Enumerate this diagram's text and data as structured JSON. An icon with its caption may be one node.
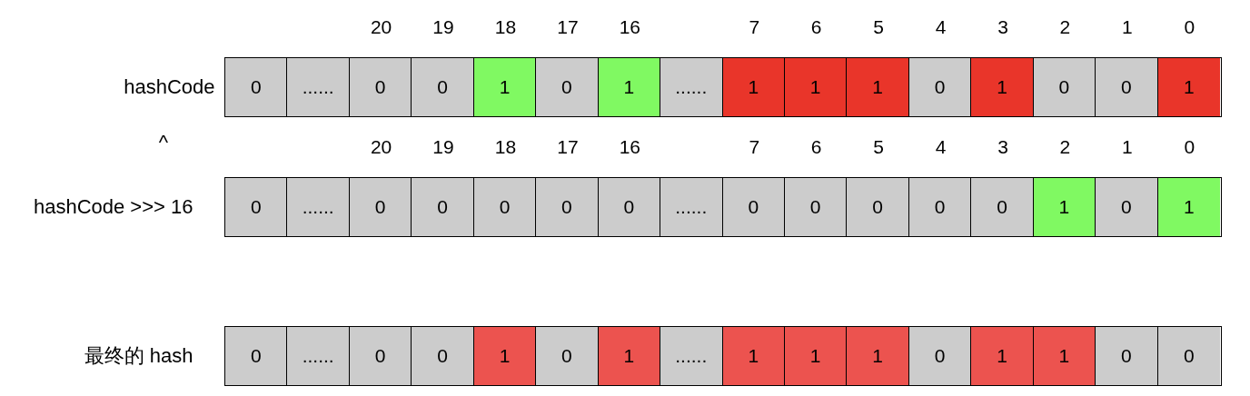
{
  "diagram": {
    "nodes": [
      {
        "text": [
          "hashCode"
        ]
      },
      {
        "text": [
          "0"
        ],
        "in": 0
      },
      {
        "text": [
          "......"
        ],
        "in": 0
      },
      {
        "text": [
          "0"
        ],
        "in": 0,
        "beside": [
          "20"
        ]
      },
      {
        "text": [
          "0"
        ],
        "in": 0,
        "beside": [
          "19"
        ]
      },
      {
        "text": [
          "1"
        ],
        "in": 0,
        "beside": [
          "18"
        ]
      },
      {
        "text": [
          "0"
        ],
        "in": 0,
        "beside": [
          "17"
        ]
      },
      {
        "text": [
          "1"
        ],
        "in": 0,
        "beside": [
          "16"
        ]
      },
      {
        "text": [
          "......"
        ],
        "in": 0
      },
      {
        "text": [
          "1"
        ],
        "in": 0,
        "beside": [
          "7"
        ]
      },
      {
        "text": [
          "1"
        ],
        "in": 0,
        "beside": [
          "6"
        ]
      },
      {
        "text": [
          "1"
        ],
        "in": 0,
        "beside": [
          "5"
        ]
      },
      {
        "text": [
          "0"
        ],
        "in": 0,
        "beside": [
          "4"
        ]
      },
      {
        "text": [
          "1"
        ],
        "in": 0,
        "beside": [
          "3"
        ]
      },
      {
        "text": [
          "0"
        ],
        "in": 0,
        "beside": [
          "2"
        ]
      },
      {
        "text": [
          "0"
        ],
        "in": 0,
        "beside": [
          "1"
        ]
      },
      {
        "text": [
          "1"
        ],
        "in": 0,
        "beside": [
          "0"
        ]
      },
      {
        "text": [
          "hashCode >>> 16"
        ]
      },
      {
        "text": [
          "0"
        ],
        "in": 17
      },
      {
        "text": [
          "......"
        ],
        "in": 17
      },
      {
        "text": [
          "0"
        ],
        "in": 17,
        "beside": [
          "20"
        ]
      },
      {
        "text": [
          "0"
        ],
        "in": 17,
        "beside": [
          "19"
        ]
      },
      {
        "text": [
          "0"
        ],
        "in": 17,
        "beside": [
          "18"
        ]
      },
      {
        "text": [
          "0"
        ],
        "in": 17,
        "beside": [
          "17"
        ]
      },
      {
        "text": [
          "0"
        ],
        "in": 17,
        "beside": [
          "16"
        ]
      },
      {
        "text": [
          "......"
        ],
        "in": 17
      },
      {
        "text": [
          "0"
        ],
        "in": 17,
        "beside": [
          "7"
        ]
      },
      {
        "text": [
          "0"
        ],
        "in": 17,
        "beside": [
          "6"
        ]
      },
      {
        "text": [
          "0"
        ],
        "in": 17,
        "beside": [
          "5"
        ]
      },
      {
        "text": [
          "0"
        ],
        "in": 17,
        "beside": [
          "4"
        ]
      },
      {
        "text": [
          "0"
        ],
        "in": 17,
        "beside": [
          "3"
        ]
      },
      {
        "text": [
          "1"
        ],
        "in": 17,
        "beside": [
          "2"
        ]
      },
      {
        "text": [
          "0"
        ],
        "in": 17,
        "beside": [
          "1"
        ]
      },
      {
        "text": [
          "1"
        ],
        "in": 17,
        "beside": [
          "0"
        ]
      },
      {
        "text": [
          "最终的 hash"
        ]
      },
      {
        "text": [
          "0"
        ],
        "in": 34
      },
      {
        "text": [
          "......"
        ],
        "in": 34
      },
      {
        "text": [
          "0"
        ],
        "in": 34
      },
      {
        "text": [
          "0"
        ],
        "in": 34
      },
      {
        "text": [
          "1"
        ],
        "in": 34
      },
      {
        "text": [
          "0"
        ],
        "in": 34
      },
      {
        "text": [
          "1"
        ],
        "in": 34
      },
      {
        "text": [
          "......"
        ],
        "in": 34
      },
      {
        "text": [
          "1"
        ],
        "in": 34
      },
      {
        "text": [
          "1"
        ],
        "in": 34
      },
      {
        "text": [
          "1"
        ],
        "in": 34
      },
      {
        "text": [
          "0"
        ],
        "in": 34
      },
      {
        "text": [
          "1"
        ],
        "in": 34
      },
      {
        "text": [
          "1"
        ],
        "in": 34
      },
      {
        "text": [
          "0"
        ],
        "in": 34
      },
      {
        "text": [
          "0"
        ],
        "in": 34
      }
    ],
    "labels": [
      "^"
    ]
  }
}
